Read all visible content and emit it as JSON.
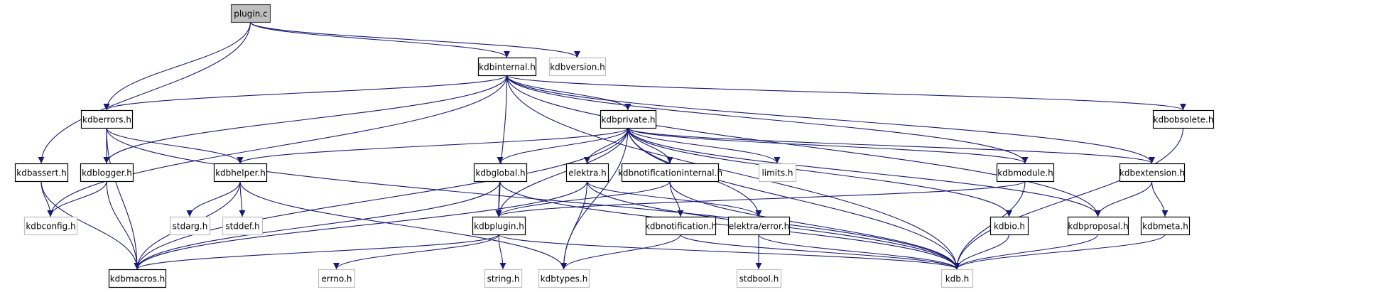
{
  "colors": {
    "edge": "#191970",
    "root_fill": "#bfbfbf",
    "external_border": "#bfbfbf"
  },
  "nodes": [
    {
      "id": "plugin_c",
      "label": "plugin.c",
      "kind": "root"
    },
    {
      "id": "kdbinternal",
      "label": "kdbinternal.h",
      "kind": "project"
    },
    {
      "id": "kdbversion",
      "label": "kdbversion.h",
      "kind": "external"
    },
    {
      "id": "kdberrors",
      "label": "kdberrors.h",
      "kind": "project"
    },
    {
      "id": "kdbprivate",
      "label": "kdbprivate.h",
      "kind": "project"
    },
    {
      "id": "kdbobsolete",
      "label": "kdbobsolete.h",
      "kind": "project"
    },
    {
      "id": "kdbassert",
      "label": "kdbassert.h",
      "kind": "project"
    },
    {
      "id": "kdblogger",
      "label": "kdblogger.h",
      "kind": "project"
    },
    {
      "id": "kdbhelper",
      "label": "kdbhelper.h",
      "kind": "project"
    },
    {
      "id": "kdbglobal",
      "label": "kdbglobal.h",
      "kind": "project"
    },
    {
      "id": "elektra",
      "label": "elektra.h",
      "kind": "project"
    },
    {
      "id": "kdbnotificationinternal",
      "label": "kdbnotificationinternal.h",
      "kind": "project"
    },
    {
      "id": "limits",
      "label": "limits.h",
      "kind": "external"
    },
    {
      "id": "kdbmodule",
      "label": "kdbmodule.h",
      "kind": "project"
    },
    {
      "id": "kdbextension",
      "label": "kdbextension.h",
      "kind": "project"
    },
    {
      "id": "kdbconfig",
      "label": "kdbconfig.h",
      "kind": "external"
    },
    {
      "id": "stdarg",
      "label": "stdarg.h",
      "kind": "external"
    },
    {
      "id": "stddef",
      "label": "stddef.h",
      "kind": "external"
    },
    {
      "id": "kdbplugin",
      "label": "kdbplugin.h",
      "kind": "project"
    },
    {
      "id": "kdbnotification",
      "label": "kdbnotification.h",
      "kind": "project"
    },
    {
      "id": "elektra_error",
      "label": "elektra/error.h",
      "kind": "project"
    },
    {
      "id": "kdbio",
      "label": "kdbio.h",
      "kind": "project"
    },
    {
      "id": "kdbproposal",
      "label": "kdbproposal.h",
      "kind": "project"
    },
    {
      "id": "kdbmeta",
      "label": "kdbmeta.h",
      "kind": "project"
    },
    {
      "id": "kdbmacros",
      "label": "kdbmacros.h",
      "kind": "project"
    },
    {
      "id": "errno",
      "label": "errno.h",
      "kind": "external"
    },
    {
      "id": "string",
      "label": "string.h",
      "kind": "external"
    },
    {
      "id": "kdbtypes",
      "label": "kdbtypes.h",
      "kind": "external"
    },
    {
      "id": "stdbool",
      "label": "stdbool.h",
      "kind": "external"
    },
    {
      "id": "kdb",
      "label": "kdb.h",
      "kind": "external"
    }
  ],
  "edges": [
    [
      "plugin_c",
      "kdbassert"
    ],
    [
      "plugin_c",
      "kdberrors"
    ],
    [
      "plugin_c",
      "kdbinternal"
    ],
    [
      "plugin_c",
      "kdbversion"
    ],
    [
      "kdbinternal",
      "kdberrors"
    ],
    [
      "kdbinternal",
      "kdblogger"
    ],
    [
      "kdbinternal",
      "kdbconfig"
    ],
    [
      "kdbinternal",
      "kdbplugin"
    ],
    [
      "kdbinternal",
      "kdbprivate"
    ],
    [
      "kdbinternal",
      "kdbmodule"
    ],
    [
      "kdbinternal",
      "kdbobsolete"
    ],
    [
      "kdbinternal",
      "kdbextension"
    ],
    [
      "kdbinternal",
      "kdbproposal"
    ],
    [
      "kdbinternal",
      "kdb"
    ],
    [
      "kdberrors",
      "kdblogger"
    ],
    [
      "kdberrors",
      "kdbhelper"
    ],
    [
      "kdberrors",
      "kdbmacros"
    ],
    [
      "kdberrors",
      "kdb"
    ],
    [
      "kdbprivate",
      "kdbhelper"
    ],
    [
      "kdbprivate",
      "kdbmacros"
    ],
    [
      "kdbprivate",
      "kdbglobal"
    ],
    [
      "kdbprivate",
      "kdbplugin"
    ],
    [
      "kdbprivate",
      "elektra"
    ],
    [
      "kdbprivate",
      "kdbnotificationinternal"
    ],
    [
      "kdbprivate",
      "limits"
    ],
    [
      "kdbprivate",
      "kdbtypes"
    ],
    [
      "kdbprivate",
      "elektra_error"
    ],
    [
      "kdbprivate",
      "kdb"
    ],
    [
      "kdbprivate",
      "kdbio"
    ],
    [
      "kdbprivate",
      "kdbmodule"
    ],
    [
      "kdbprivate",
      "kdbproposal"
    ],
    [
      "kdbprivate",
      "kdbextension"
    ],
    [
      "kdbassert",
      "kdbconfig"
    ],
    [
      "kdbassert",
      "kdbmacros"
    ],
    [
      "kdblogger",
      "kdbconfig"
    ],
    [
      "kdblogger",
      "kdbmacros"
    ],
    [
      "kdbhelper",
      "stdarg"
    ],
    [
      "kdbhelper",
      "stddef"
    ],
    [
      "kdbhelper",
      "kdbmacros"
    ],
    [
      "kdbhelper",
      "kdbtypes"
    ],
    [
      "kdbglobal",
      "kdbplugin"
    ],
    [
      "kdbglobal",
      "kdbmacros"
    ],
    [
      "kdbglobal",
      "kdb"
    ],
    [
      "elektra",
      "kdbmacros"
    ],
    [
      "elektra",
      "kdbtypes"
    ],
    [
      "elektra",
      "elektra_error"
    ],
    [
      "elektra",
      "kdb"
    ],
    [
      "kdbnotificationinternal",
      "kdbplugin"
    ],
    [
      "kdbnotificationinternal",
      "kdbnotification"
    ],
    [
      "kdbnotificationinternal",
      "kdb"
    ],
    [
      "kdbmodule",
      "kdbplugin"
    ],
    [
      "kdbmodule",
      "kdb"
    ],
    [
      "kdbextension",
      "kdbproposal"
    ],
    [
      "kdbextension",
      "kdbmeta"
    ],
    [
      "kdbobsolete",
      "kdb"
    ],
    [
      "kdbplugin",
      "errno"
    ],
    [
      "kdbplugin",
      "string"
    ],
    [
      "kdbplugin",
      "kdbmacros"
    ],
    [
      "kdbplugin",
      "kdb"
    ],
    [
      "kdbnotification",
      "kdbtypes"
    ],
    [
      "kdbnotification",
      "kdb"
    ],
    [
      "elektra_error",
      "stdbool"
    ],
    [
      "elektra_error",
      "kdb"
    ],
    [
      "kdbio",
      "kdb"
    ],
    [
      "kdbproposal",
      "kdb"
    ],
    [
      "kdbmeta",
      "kdb"
    ]
  ]
}
